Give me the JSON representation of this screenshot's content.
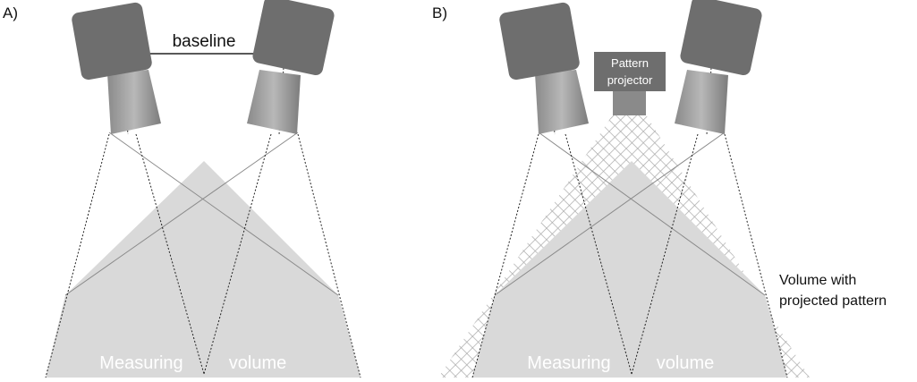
{
  "panel_a": {
    "label": "A)",
    "baseline_label": "baseline",
    "volume_label_left": "Measuring",
    "volume_label_right": "volume"
  },
  "panel_b": {
    "label": "B)",
    "projector_line1": "Pattern",
    "projector_line2": "projector",
    "volume_label_left": "Measuring",
    "volume_label_right": "volume",
    "side_label_line1": "Volume with",
    "side_label_line2": "projected pattern"
  },
  "colors": {
    "camera_body": "#6e6e6e",
    "lens_dark": "#7a7a7a",
    "lens_light": "#b5b5b5",
    "volume_fill": "#d9d9d9",
    "pattern_line": "#a9a9a9",
    "ray": "#222222"
  },
  "icons": [
    "camera-icon",
    "pattern-projector-icon"
  ]
}
